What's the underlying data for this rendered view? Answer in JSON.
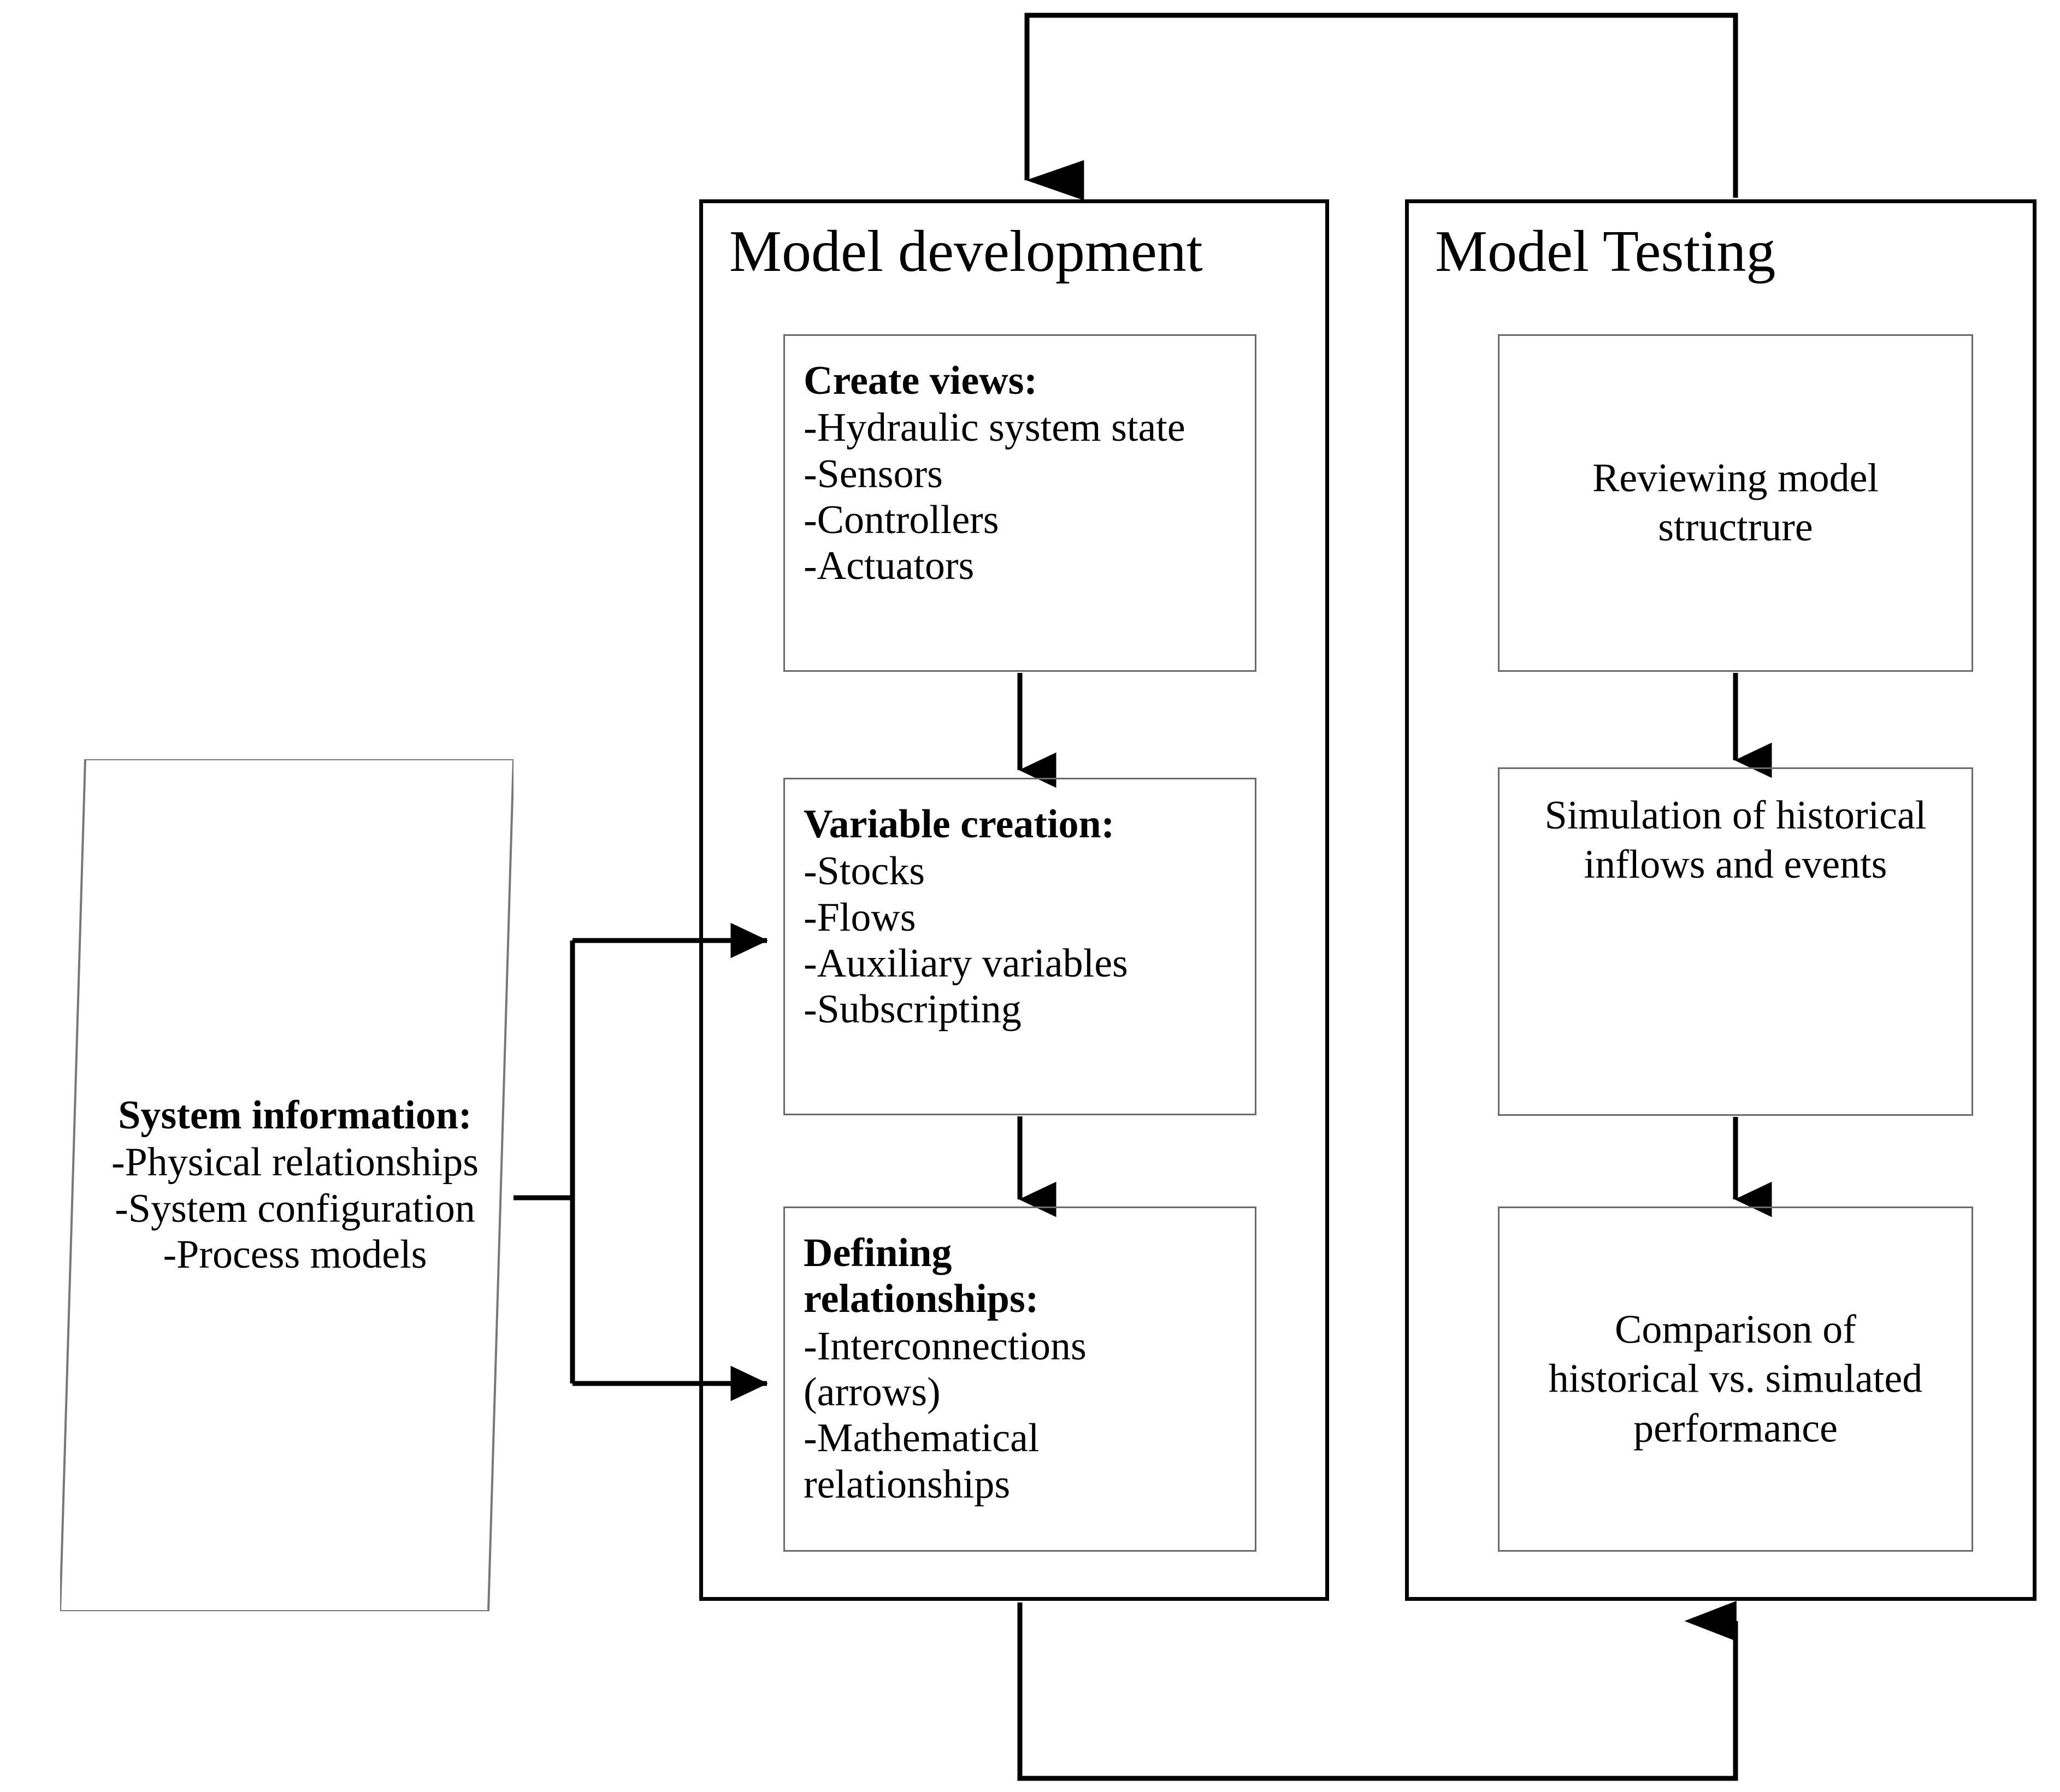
{
  "diagram": {
    "title_visible": false,
    "line_color": "#000000",
    "box_border_color": "#6a6a6a",
    "background": "#ffffff"
  },
  "input_shape": {
    "name": "System information",
    "heading": "System information:",
    "items": [
      "-Physical relationships",
      "-System configuration",
      "-Process models"
    ]
  },
  "phases": [
    {
      "id": "model-development",
      "title": "Model development",
      "steps": [
        {
          "id": "create-views",
          "heading": "Create views:",
          "items": [
            "-Hydraulic system state",
            "-Sensors",
            "-Controllers",
            "-Actuators"
          ]
        },
        {
          "id": "variable-creation",
          "heading": "Variable creation:",
          "items": [
            "-Stocks",
            "-Flows",
            "-Auxiliary variables",
            "-Subscripting"
          ]
        },
        {
          "id": "defining-relationships",
          "heading": "Defining\nrelationships:",
          "items": [
            "-Interconnections\n(arrows)",
            "-Mathematical\nrelationships"
          ]
        }
      ]
    },
    {
      "id": "model-testing",
      "title": "Model Testing",
      "steps": [
        {
          "id": "reviewing-model-structure",
          "text": "Reviewing model\nstructrure"
        },
        {
          "id": "simulation-historical-inflows",
          "text": "Simulation of historical\ninflows and events"
        },
        {
          "id": "comparison-historical-simulated",
          "text": "Comparison of\nhistorical vs. simulated\nperformance"
        }
      ]
    }
  ],
  "connectors": [
    {
      "id": "input-to-variable-creation",
      "from": "System information",
      "to": "Variable creation",
      "arrow": true
    },
    {
      "id": "input-to-defining-relationships",
      "from": "System information",
      "to": "Defining relationships",
      "arrow": true
    },
    {
      "id": "create-views-to-variable-creation",
      "from": "Create views",
      "to": "Variable creation",
      "arrow": true
    },
    {
      "id": "variable-creation-to-defining-relationships",
      "from": "Variable creation",
      "to": "Defining relationships",
      "arrow": true
    },
    {
      "id": "reviewing-to-simulation",
      "from": "Reviewing model structrure",
      "to": "Simulation of historical inflows and events",
      "arrow": true
    },
    {
      "id": "simulation-to-comparison",
      "from": "Simulation of historical inflows and events",
      "to": "Comparison of historical vs. simulated performance",
      "arrow": true
    },
    {
      "id": "model-development-to-model-testing-feedback-bottom",
      "from": "Model development",
      "to": "Model Testing",
      "arrow": true
    },
    {
      "id": "model-testing-to-model-development-feedback-top",
      "from": "Model Testing",
      "to": "Model development",
      "arrow": true
    }
  ]
}
